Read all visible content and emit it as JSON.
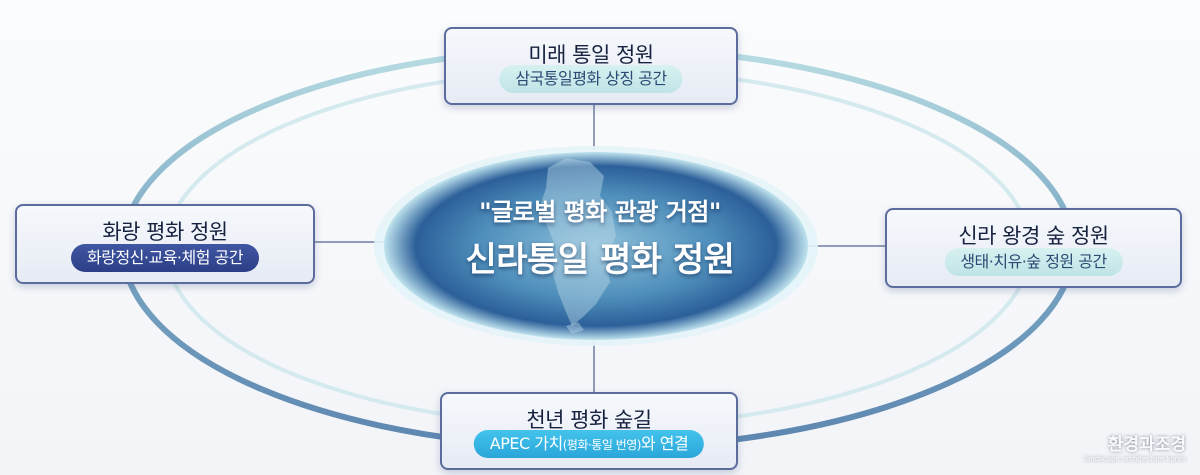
{
  "center": {
    "subtitle": "\"글로벌 평화 관광 거점\"",
    "title": "신라통일 평화 정원"
  },
  "nodes": {
    "top": {
      "title": "미래 통일 정원",
      "tag": "삼국통일평화 상징 공간"
    },
    "left": {
      "title": "화랑 평화 정원",
      "tag": "화랑정신·교육·체험 공간"
    },
    "right": {
      "title": "신라 왕경 숲 정원",
      "tag": "생태·치유·숲 정원 공간"
    },
    "bottom": {
      "title": "천년 평화 숲길",
      "tag_prefix": "APEC 가치",
      "tag_paren": "(평화·통일 번영)",
      "tag_suffix": "와 연결"
    }
  },
  "watermark": {
    "main": "환경과조경",
    "sub": "landscape architecture korea"
  },
  "colors": {
    "node_border": "#5c6c9c",
    "pill_light": "#cfeaeb",
    "pill_dark": "#34499a",
    "pill_cyan": "#33b4e4",
    "center_glow": "#3f7fb0"
  }
}
